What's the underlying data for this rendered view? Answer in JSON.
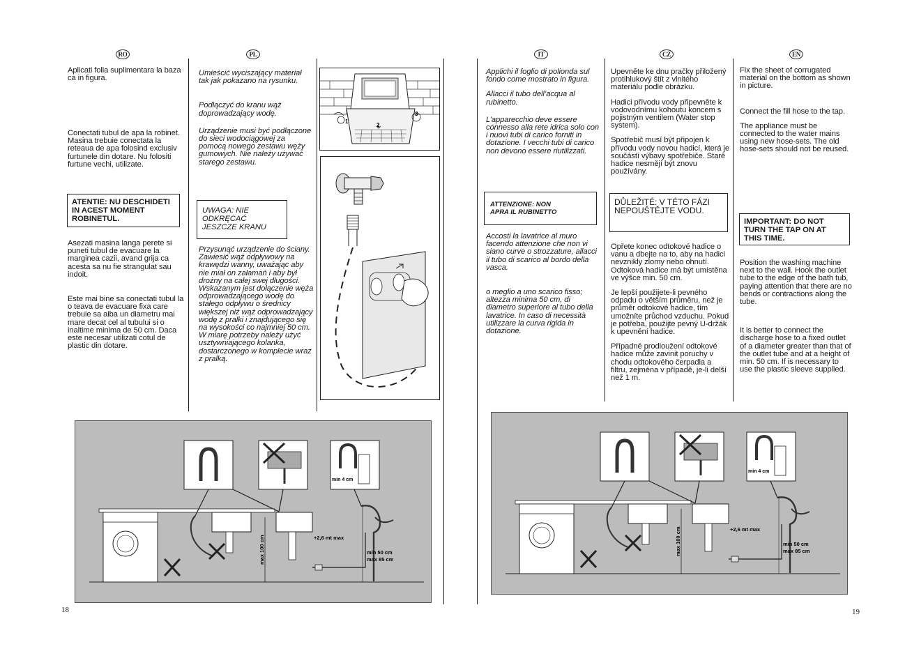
{
  "langs": {
    "ro": "RO",
    "pl": "PL",
    "it": "IT",
    "cz": "CZ",
    "en": "EN"
  },
  "ro": {
    "p1": "Aplicati folia suplimentara la baza ca in figura.",
    "p2": "Conectati tubul de apa la robinet. Masina trebuie conectata la reteaua de apa folosind exclusiv furtunele din dotare. Nu folositi furtune vechi, utilizate.",
    "warn": "ATENTIE: NU DESCHIDETI IN ACEST MOMENT ROBINETUL.",
    "p3": "Asezati masina langa perete si puneti tubul de evacuare la marginea cazii, avand grija ca acesta sa nu fie strangulat sau indoit.",
    "p4": "Este mai bine sa conectati tubul la o teava de evacuare fixa care trebuie sa aiba un diametru mai mare decat cel al tubului si o inaltime minima de 50 cm. Daca este necesar utilizati cotul de plastic din dotare."
  },
  "pl": {
    "p1": "Umieścić wyciszający materiał tak jak pokazano na rysunku.",
    "p2": "Podłączyć do kranu wąż doprowadzający wodę.",
    "p3": "Urządzenie musi być podłączone do sieci wodociągowej za pomocą nowego zestawu węży gumowych. Nie należy używać starego zestawu.",
    "warn": "UWAGA: NIE ODKRĘCAĆ JESZCZE KRANU",
    "p4": "Przysunąć urządzenie do ściany. Zawiesić wąż odpływowy na krawędzi wanny, uważając aby nie miał on załamań i aby był drożny na całej swej długości. Wskazanym jest dołączenie węża odprowadzającego wodę do stałego odpływu o średnicy większej niż wąż odprowadzający wodę z pralki i znajdującego się na wysokości co najmniej 50 cm. W miarę potrzeby należy użyć usztywniającego kolanka, dostarczonego w komplecie wraz z pralką."
  },
  "it": {
    "p1": "Applichi il foglio di polionda sul fondo come mostrato in figura.",
    "p2": "Allacci il tubo dell’acqua al rubinetto.",
    "p3": "L’apparecchio deve essere connesso alla rete idrica solo con i nuovi tubi di carico forniti in dotazione. I vecchi tubi di carico non devono essere riutilizzati.",
    "warn": "ATTENZIONE: NON APRA IL RUBINETTO",
    "p4": "Accosti la lavatrice al muro facendo attenzione che non vi siano curve o strozzature, allacci il tubo di scarico al bordo della vasca.",
    "p5": "o meglio a uno scarico fisso; altezza minima 50 cm, di diametro superiore al tubo della lavatrice. In caso di necessità utilizzare la curva rigida in dotazione."
  },
  "cz": {
    "p1": "Upevněte ke dnu pračky přiložený protihlukový štít z vlnitého materiálu podle obrázku.",
    "p2": "Hadici přívodu vody připevněte k vodovodnímu kohoutu koncem s pojistným ventilem (Water stop system).",
    "p3": "Spotřebič musí být připojen k přívodu vody novou hadicí, která je součástí výbavy spotřebiče. Staré hadice nesmějí být znovu používány.",
    "warn": "DŮLEŽITÉ: V TÉTO FÁZI NEPOUŠTĚJTE VODU.",
    "p4": "Opřete konec odtokové hadice o vanu a dbejte na to, aby na hadici nevznikly zlomy nebo ohnutí. Odtoková hadice má být umístěna ve výšce min. 50 cm.",
    "p5": "Je lepší použijete-li pevného odpadu o větším průměru, než je průměr odtokové hadice, tím umožníte průchod vzduchu. Pokud je potřeba, použijte pevný U-držák k upevnění hadice.",
    "p6": "Případné prodloužení odtokové hadice může zavinit poruchy v chodu odtokového čerpadla a filtru, zejména v případě, je-li delší než 1 m."
  },
  "en": {
    "p1": "Fix the sheet of corrugated material on the bottom as shown in picture.",
    "p2": "Connect the fill hose to the tap.",
    "p3": "The appliance must be connected to the water mains using new hose-sets. The old hose-sets should not be reused.",
    "warn": "IMPORTANT: DO NOT TURN THE TAP ON AT THIS TIME.",
    "p4": "Position the washing machine next to the wall. Hook the outlet tube to the edge of the bath tub, paying attention that there are no bends or contractions along the tube.",
    "p5": "It is better to connect the discharge hose to a fixed outlet of a diameter greater than that of the outlet tube and at a height of min. 50 cm. If is necessary to use the plastic sleeve supplied."
  },
  "figure": {
    "labels": {
      "n1": "1",
      "n2": "2",
      "n3": "3"
    },
    "dims": {
      "min4": "min 4 cm",
      "max100": "max 100 cm",
      "plus26": "+2,6 mt max",
      "min50": "min 50 cm",
      "max85": "max 85 cm"
    }
  },
  "pages": {
    "left": "18",
    "right": "19"
  }
}
